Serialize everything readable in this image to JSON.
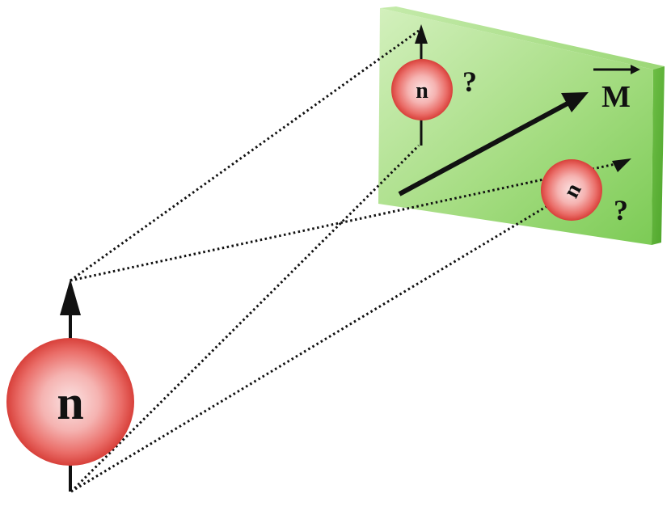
{
  "diagram": {
    "neutron_labels": {
      "incident": "n",
      "reflected_up": "n",
      "reflected_flipped": "n"
    },
    "question_marks": {
      "upper": "?",
      "lower": "?"
    },
    "magnetization_label": "M",
    "colors": {
      "sample_face": "#8fd36a",
      "sample_light": "#cdeeb5",
      "sample_edge": "#5fb83a",
      "neutron_core": "#f7c6c6",
      "neutron_rim": "#e0453f",
      "ink": "#111111"
    }
  }
}
